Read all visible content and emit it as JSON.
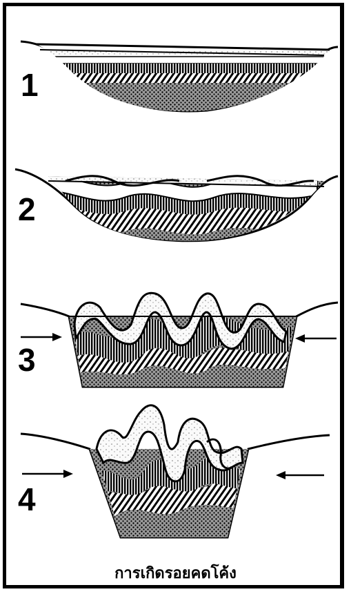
{
  "stages": [
    {
      "number": "1"
    },
    {
      "number": "2"
    },
    {
      "number": "3"
    },
    {
      "number": "4"
    }
  ],
  "caption": "การเกิดรอยคดโค้ง",
  "colors": {
    "ink": "#000000",
    "paper": "#ffffff",
    "layer_light": "#f2f2f2",
    "layer_dark": "#333333"
  }
}
